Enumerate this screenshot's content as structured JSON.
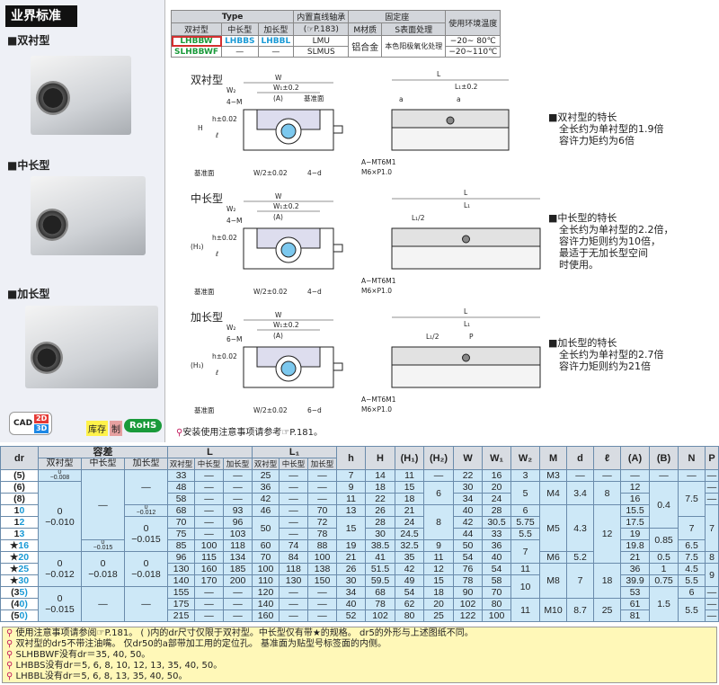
{
  "header": {
    "title": "业界标准"
  },
  "products": [
    {
      "label": "■双衬型"
    },
    {
      "label": "■中长型"
    },
    {
      "label": "■加长型"
    }
  ],
  "badges": {
    "cad": "CAD",
    "d2": "2D",
    "d3": "3D",
    "stock": "库存",
    "made": "制",
    "rohs": "RoHS"
  },
  "type_table": {
    "h_type": "Type",
    "h_bearing": "内置直线轴承",
    "h_mount": "固定座",
    "h_temp": "使用环境温度",
    "sub": [
      "双衬型",
      "中长型",
      "加长型",
      "(☞P.183)",
      "M材质",
      "S表面处理"
    ],
    "rows": [
      [
        "LHBBW",
        "LHBBS",
        "LHBBL",
        "LMU",
        "−20∼ 80℃"
      ],
      [
        "SLHBBWF",
        "—",
        "—",
        "SLMUS",
        "−20∼110℃"
      ]
    ],
    "material": "铝合金",
    "surface": "本色阳极氧化处理"
  },
  "colors": {
    "green": "#1a9a3a",
    "blue": "#1a9ad6",
    "highlight_border": "#d32f2f",
    "table_fill": "#cde8f7",
    "note_fill": "#fff8b8"
  },
  "diagrams": [
    {
      "title": "双衬型",
      "labels": [
        "W",
        "W₁±0.2",
        "(A)",
        "W₂",
        "4−M",
        "基准面",
        "H",
        "h±0.02",
        "ℓ",
        "基准面",
        "W/2±0.02",
        "4−d",
        "A−MT6M1",
        "M6×P1.0",
        "L",
        "L₁±0.2",
        "a",
        "a"
      ]
    },
    {
      "title": "中长型",
      "labels": [
        "W",
        "W₁±0.2",
        "(A)",
        "W₂",
        "4−M",
        "(H₁)",
        "h±0.02",
        "ℓ",
        "基准面",
        "W/2±0.02",
        "4−d",
        "A−MT6M1",
        "M6×P1.0",
        "L",
        "L₁",
        "L₁/2"
      ]
    },
    {
      "title": "加长型",
      "labels": [
        "W",
        "W₁±0.2",
        "(A)",
        "W₂",
        "6−M",
        "(H₁)",
        "h±0.02",
        "ℓ",
        "基准面",
        "W/2±0.02",
        "6−d",
        "A−MT6M1",
        "M6×P1.0",
        "L",
        "L₁",
        "L₁/2",
        "P"
      ]
    }
  ],
  "features": [
    {
      "title": "■双衬型的特长",
      "lines": [
        "全长约为单衬型的1.9倍",
        "容许力矩约为6倍"
      ]
    },
    {
      "title": "■中长型的特长",
      "lines": [
        "全长约为单衬型的2.2倍，",
        "容许力矩则约为10倍，",
        "最适于无加长型空间",
        "时使用。"
      ]
    },
    {
      "title": "■加长型的特长",
      "lines": [
        "全长约为单衬型的2.7倍",
        "容许力矩则约为21倍"
      ]
    }
  ],
  "install_note": "安装使用注意事项请参考☞P.181。",
  "main_table": {
    "h1": [
      "dr",
      "容差",
      "L",
      "L₁",
      "h",
      "H",
      "(H₁)",
      "(H₂)",
      "W",
      "W₁",
      "W₂",
      "M",
      "d",
      "ℓ",
      "(A)",
      "(B)",
      "N",
      "P"
    ],
    "h2": [
      "双衬型",
      "中长型",
      "加长型",
      "双衬型",
      "中长型",
      "加长型",
      "双衬型",
      "中长型",
      "加长型"
    ],
    "rows": [
      [
        "(5)",
        {
          "v": "0\n−0.008",
          "s": 1
        },
        {
          "v": "—",
          "r": 6
        },
        {
          "v": "—",
          "r": 3
        },
        "33",
        "—",
        "—",
        "25",
        "—",
        "—",
        "7",
        "14",
        "11",
        "—",
        "22",
        "16",
        "3",
        "M3",
        "—",
        "—",
        "—",
        "—",
        "—",
        "—"
      ],
      [
        "(6)",
        {
          "v": "0\n−0.010",
          "r": 6
        },
        null,
        null,
        "48",
        "—",
        "—",
        "36",
        "—",
        "—",
        "9",
        "18",
        "15",
        {
          "v": "6",
          "r": 2
        },
        "30",
        "20",
        {
          "v": "5",
          "r": 2
        },
        {
          "v": "M4",
          "r": 2
        },
        {
          "v": "3.4",
          "r": 2
        },
        {
          "v": "8",
          "r": 2
        },
        "12",
        {
          "v": "0.4",
          "r": 4
        },
        {
          "v": "7.5",
          "r": 3
        },
        "—"
      ],
      [
        "(8)",
        null,
        null,
        null,
        "58",
        "—",
        "—",
        "42",
        "—",
        "—",
        "11",
        "22",
        "18",
        null,
        "34",
        "24",
        null,
        null,
        null,
        null,
        "16",
        null,
        null,
        "—"
      ],
      [
        "10",
        null,
        null,
        {
          "v": "0\n−0.012",
          "s": 1
        },
        "68",
        "—",
        "93",
        "46",
        "—",
        "70",
        "13",
        "26",
        "21",
        {
          "v": "8",
          "r": 3
        },
        "40",
        "28",
        "6",
        {
          "v": "M5",
          "r": 4
        },
        {
          "v": "4.3",
          "r": 4
        },
        {
          "v": "12",
          "r": 5
        },
        "15.5",
        null,
        null,
        {
          "v": "7",
          "r": 4
        }
      ],
      [
        "12",
        null,
        null,
        {
          "v": "0\n−0.015",
          "r": 3
        },
        "70",
        "—",
        "96",
        {
          "v": "50",
          "r": 2
        },
        "—",
        "72",
        {
          "v": "15",
          "r": 2
        },
        "28",
        "24",
        null,
        "42",
        "30.5",
        "5.75",
        null,
        null,
        null,
        "17.5",
        null,
        {
          "v": "7",
          "r": 2
        },
        null
      ],
      [
        "13",
        null,
        null,
        null,
        "75",
        "—",
        "103",
        null,
        "—",
        "78",
        null,
        "30",
        "24.5",
        null,
        "44",
        "33",
        "5.5",
        null,
        null,
        null,
        "19",
        {
          "v": "0.85",
          "r": 2
        },
        null,
        null
      ],
      [
        "★16",
        null,
        {
          "v": "0\n−0.015",
          "s": 1
        },
        null,
        "85",
        "100",
        "118",
        "60",
        "74",
        "88",
        "19",
        "38.5",
        "32.5",
        "9",
        "50",
        "36",
        {
          "v": "7",
          "r": 2
        },
        null,
        null,
        null,
        "19.8",
        null,
        "6.5",
        null
      ],
      [
        "★20",
        {
          "v": "0\n−0.012",
          "r": 3
        },
        {
          "v": "0\n−0.018",
          "r": 3
        },
        {
          "v": "0\n−0.018",
          "r": 3
        },
        "96",
        "115",
        "134",
        "70",
        "84",
        "100",
        "21",
        "41",
        "35",
        "11",
        "54",
        "40",
        null,
        "M6",
        "5.2",
        null,
        "21",
        "0.5",
        "7.5",
        "8"
      ],
      [
        "★25",
        null,
        null,
        null,
        "130",
        "160",
        "185",
        "100",
        "118",
        "138",
        "26",
        "51.5",
        "42",
        "12",
        "76",
        "54",
        "11",
        {
          "v": "M8",
          "r": 3
        },
        {
          "v": "7",
          "r": 3
        },
        {
          "v": "18",
          "r": 3
        },
        "36",
        "1",
        "4.5",
        {
          "v": "9",
          "r": 2
        }
      ],
      [
        "★30",
        null,
        null,
        null,
        "140",
        "170",
        "200",
        "110",
        "130",
        "150",
        "30",
        "59.5",
        "49",
        "15",
        "78",
        "58",
        {
          "v": "10",
          "r": 2
        },
        null,
        null,
        null,
        "39.9",
        "0.75",
        "5.5",
        null
      ],
      [
        "(35)",
        {
          "v": "0\n−0.015",
          "r": 3
        },
        {
          "v": "—",
          "r": 3
        },
        {
          "v": "—",
          "r": 3
        },
        "155",
        "—",
        "—",
        "120",
        "—",
        "—",
        "34",
        "68",
        "54",
        "18",
        "90",
        "70",
        null,
        null,
        null,
        null,
        "53",
        {
          "v": "1.5",
          "r": 3
        },
        "6",
        "—"
      ],
      [
        "(40)",
        null,
        null,
        null,
        "175",
        "—",
        "—",
        "140",
        "—",
        "—",
        "40",
        "78",
        "62",
        "20",
        "102",
        "80",
        {
          "v": "11",
          "r": 2
        },
        {
          "v": "M10",
          "r": 2
        },
        {
          "v": "8.7",
          "r": 2
        },
        {
          "v": "25",
          "r": 2
        },
        "61",
        null,
        {
          "v": "5.5",
          "r": 2
        },
        "—"
      ],
      [
        "(50)",
        null,
        null,
        null,
        "215",
        "—",
        "—",
        "160",
        "—",
        "—",
        "52",
        "102",
        "80",
        "25",
        "122",
        "100",
        null,
        null,
        null,
        null,
        "81",
        null,
        null,
        "—"
      ]
    ]
  },
  "notes": [
    "使用注意事项请参阅☞P.181。 ( )内的dr尺寸仅限于双衬型。中长型仅有带★的规格。 dr5的外形与上述图纸不同。",
    "双衬型的dr5不带注油嘴。 仅dr50的a部带加工用的定位孔。 基准面为贴型号标签面的内侧。",
    "SLHBBWF没有dr＝35, 40, 50。",
    "LHBBS没有dr＝5, 6, 8, 10, 12, 13, 35, 40, 50。",
    "LHBBL没有dr＝5, 6, 8, 13, 35, 40, 50。"
  ]
}
